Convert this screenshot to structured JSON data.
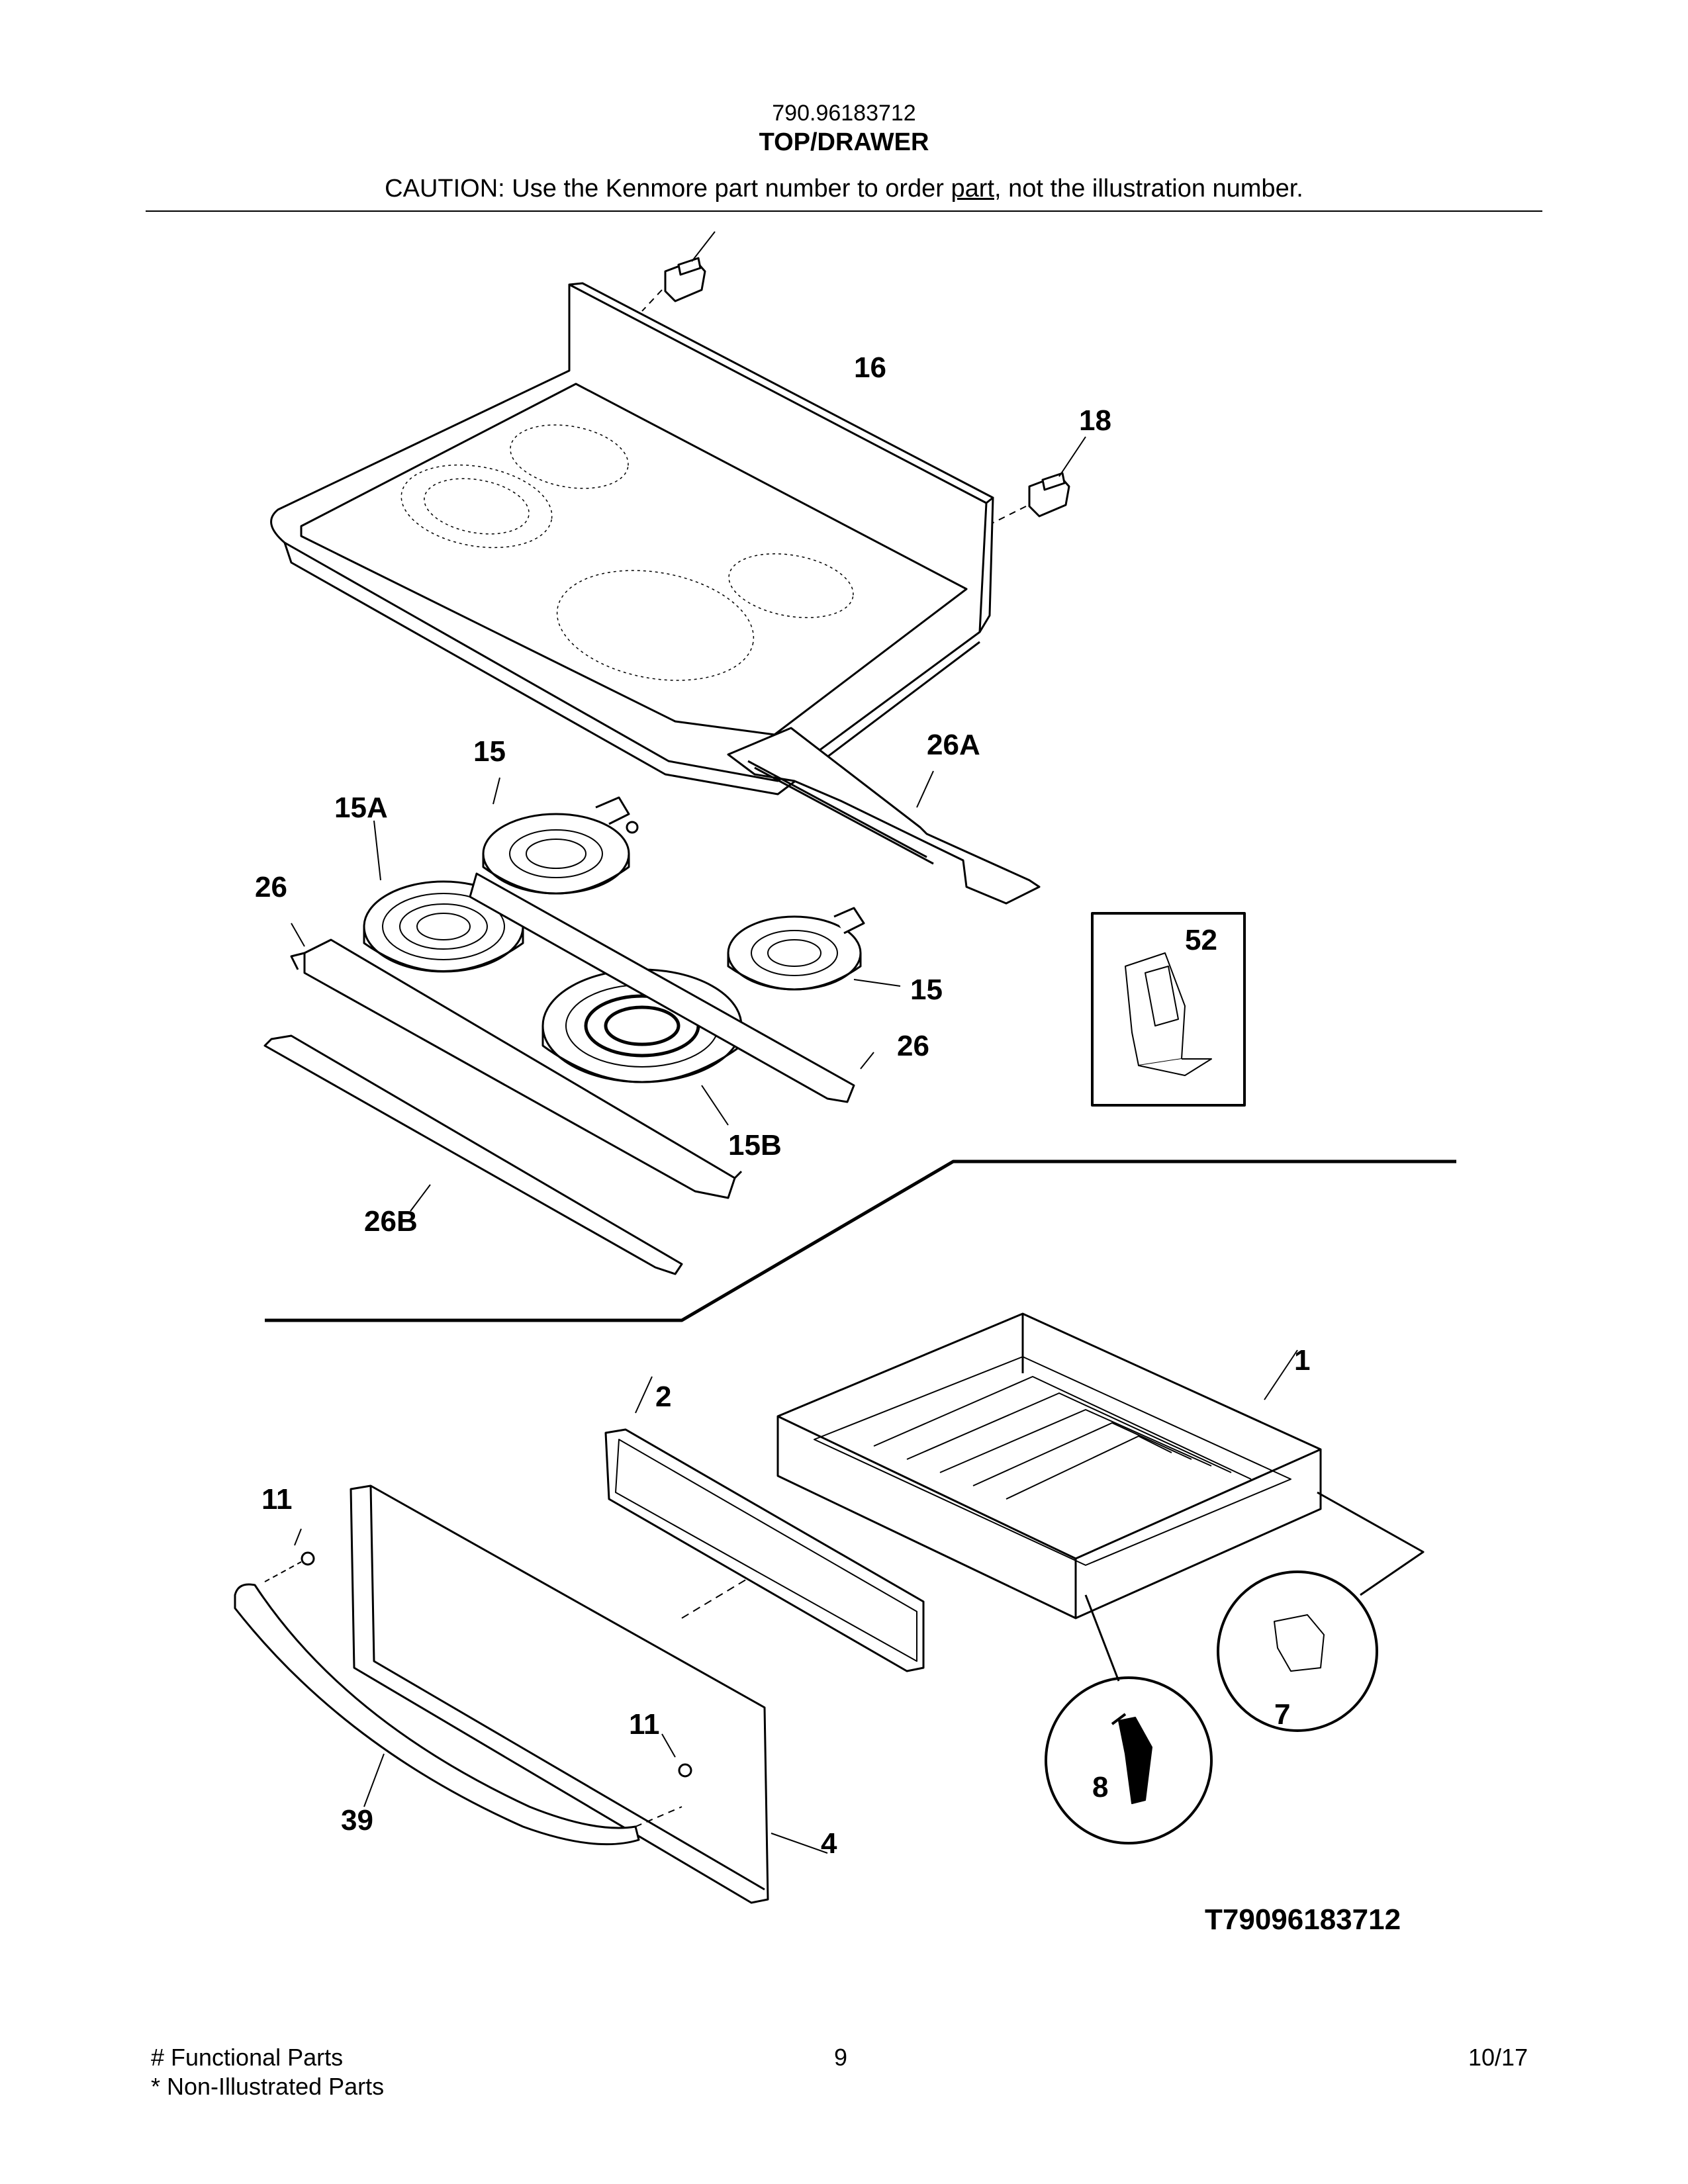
{
  "header": {
    "model_number": "790.96183712",
    "section_title": "TOP/DRAWER",
    "caution_before": "CAUTION: Use the Kenmore part number to order ",
    "caution_link": "part",
    "caution_after": ", not the illustration number."
  },
  "callouts": {
    "c1": "1",
    "c2": "2",
    "c4": "4",
    "c7": "7",
    "c8": "8",
    "c11a": "11",
    "c11b": "11",
    "c15a": "15",
    "c15b": "15",
    "c15A": "15A",
    "c15B": "15B",
    "c16": "16",
    "c18": "18",
    "c26a": "26",
    "c26b": "26",
    "c26A": "26A",
    "c26B": "26B",
    "c39": "39",
    "c52": "52"
  },
  "diagram_code": "T79096183712",
  "footer": {
    "legend_functional": "# Functional Parts",
    "legend_non_illustrated": "* Non-Illustrated Parts",
    "page_number": "9",
    "date": "10/17"
  }
}
